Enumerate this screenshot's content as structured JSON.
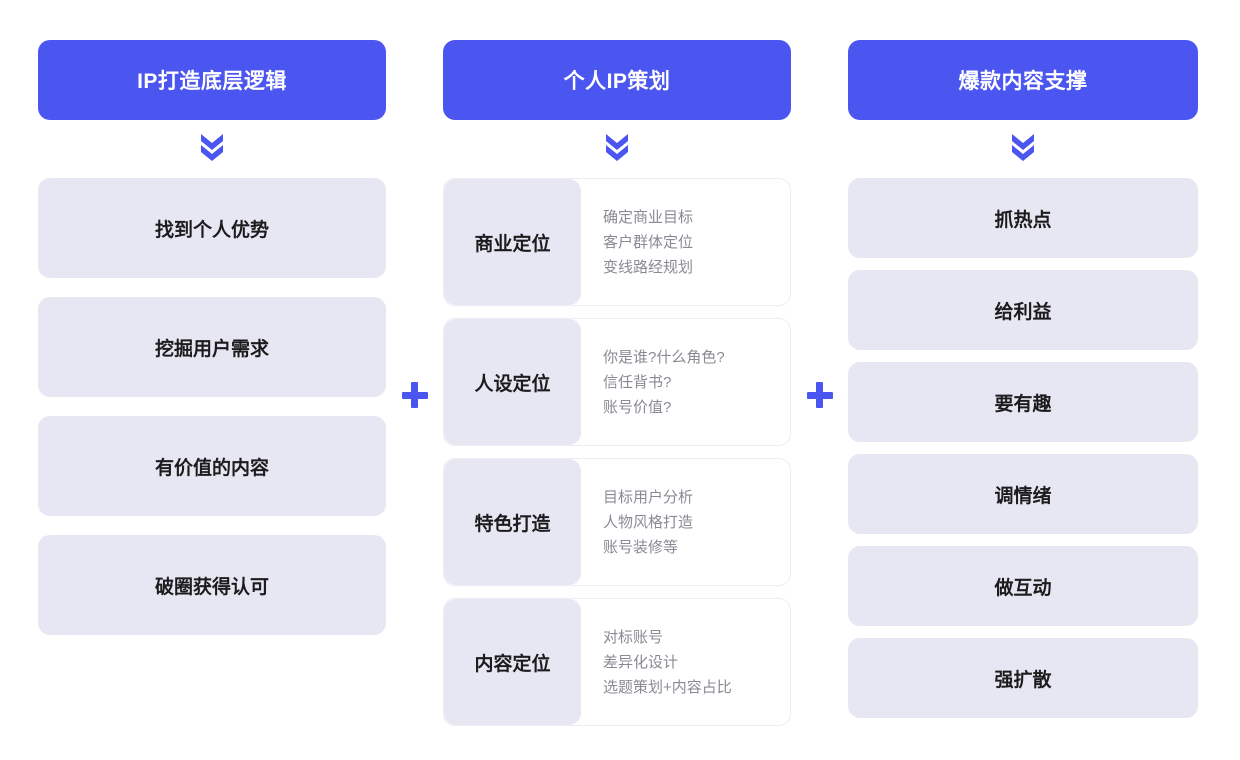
{
  "theme": {
    "accent": "#4b55ef",
    "pill_bg": "#e7e7f3",
    "card_bg": "#ffffff",
    "card_border": "#ececf1",
    "text_dark": "#1c1c1e",
    "text_muted": "#8a8a94",
    "page_bg": "#ffffff"
  },
  "icons": {
    "chevron": "double-chevron-down-icon",
    "plus": "plus-icon"
  },
  "connectors": [
    {
      "symbol": "+",
      "name": "plus-connector-1"
    },
    {
      "symbol": "+",
      "name": "plus-connector-2"
    }
  ],
  "columns": [
    {
      "id": "ip-foundation",
      "header": "IP打造底层逻辑",
      "type": "pill-list",
      "items": [
        {
          "label": "找到个人优势"
        },
        {
          "label": "挖掘用户需求"
        },
        {
          "label": "有价值的内容"
        },
        {
          "label": "破圈获得认可"
        }
      ]
    },
    {
      "id": "personal-ip-planning",
      "header": "个人IP策划",
      "type": "split-list",
      "items": [
        {
          "label": "商业定位",
          "details": [
            "确定商业目标",
            "客户群体定位",
            "变线路经规划"
          ]
        },
        {
          "label": "人设定位",
          "details": [
            "你是谁?什么角色?",
            "信任背书?",
            "账号价值?"
          ]
        },
        {
          "label": "特色打造",
          "details": [
            "目标用户分析",
            "人物风格打造",
            "账号装修等"
          ]
        },
        {
          "label": "内容定位",
          "details": [
            "对标账号",
            "差异化设计",
            "选题策划+内容占比"
          ]
        }
      ]
    },
    {
      "id": "hit-content-support",
      "header": "爆款内容支撑",
      "type": "pill-list",
      "items": [
        {
          "label": "抓热点"
        },
        {
          "label": "给利益"
        },
        {
          "label": "要有趣"
        },
        {
          "label": "调情绪"
        },
        {
          "label": "做互动"
        },
        {
          "label": "强扩散"
        }
      ]
    }
  ]
}
